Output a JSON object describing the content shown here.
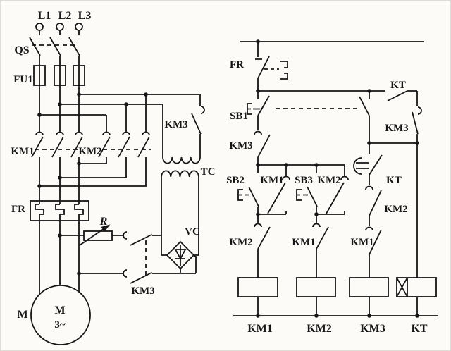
{
  "figure": {
    "title": "motor-control-circuit-diagram",
    "ink_color": "#161616",
    "background_color": "#fcfbf8"
  },
  "labels": [
    {
      "id": "l1",
      "text": "L1"
    },
    {
      "id": "l2",
      "text": "L2"
    },
    {
      "id": "l3",
      "text": "L3"
    },
    {
      "id": "qs",
      "text": "QS"
    },
    {
      "id": "fu1",
      "text": "FU1"
    },
    {
      "id": "km1-main",
      "text": "KM1"
    },
    {
      "id": "km2-main",
      "text": "KM2"
    },
    {
      "id": "km3-main",
      "text": "KM3"
    },
    {
      "id": "tc",
      "text": "TC"
    },
    {
      "id": "fr-power",
      "text": "FR"
    },
    {
      "id": "r",
      "text": "R"
    },
    {
      "id": "vc",
      "text": "VC"
    },
    {
      "id": "km3-aux",
      "text": "KM3"
    },
    {
      "id": "m-outer",
      "text": "M"
    },
    {
      "id": "m-inner",
      "text": "M"
    },
    {
      "id": "m-phase",
      "text": "3~"
    },
    {
      "id": "fr-control",
      "text": "FR"
    },
    {
      "id": "sb1",
      "text": "SB1"
    },
    {
      "id": "km3-nc",
      "text": "KM3"
    },
    {
      "id": "sb2",
      "text": "SB2"
    },
    {
      "id": "km1-aux",
      "text": "KM1"
    },
    {
      "id": "sb3",
      "text": "SB3"
    },
    {
      "id": "km2-aux",
      "text": "KM2"
    },
    {
      "id": "km2-interlock",
      "text": "KM2"
    },
    {
      "id": "km1-interlock",
      "text": "KM1"
    },
    {
      "id": "km1-interlock2",
      "text": "KM1"
    },
    {
      "id": "kt-contact",
      "text": "KT"
    },
    {
      "id": "km3-selfhold",
      "text": "KM3"
    },
    {
      "id": "kt-delay",
      "text": "KT"
    },
    {
      "id": "km2-nc",
      "text": "KM2"
    },
    {
      "id": "km1-coil",
      "text": "KM1"
    },
    {
      "id": "km2-coil",
      "text": "KM2"
    },
    {
      "id": "km3-coil",
      "text": "KM3"
    },
    {
      "id": "kt-coil",
      "text": "KT"
    }
  ]
}
